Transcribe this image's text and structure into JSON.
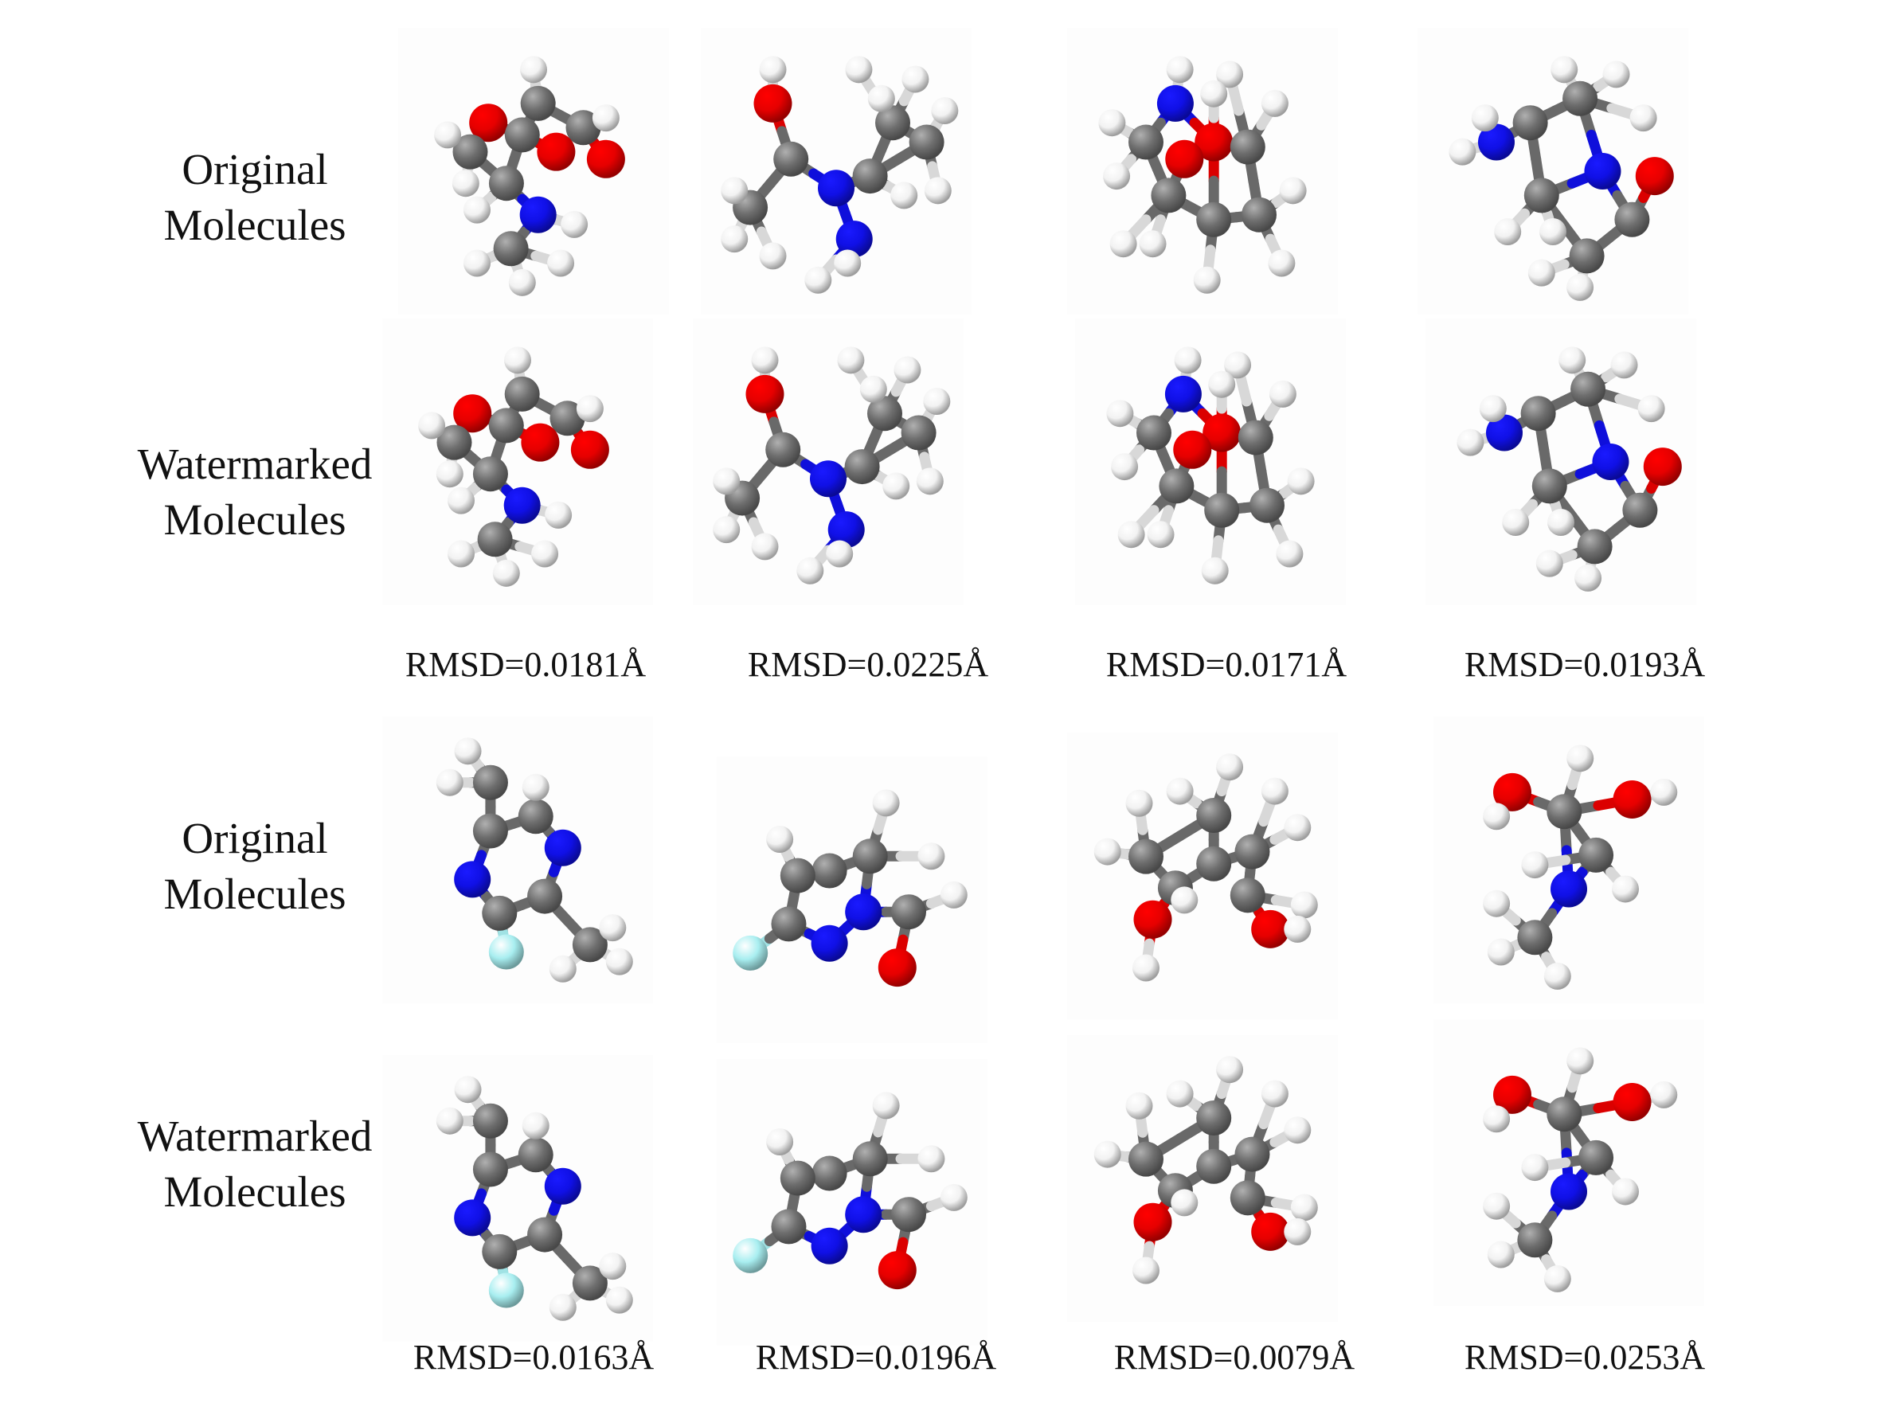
{
  "figure": {
    "groups": [
      {
        "label_original": [
          "Original",
          "Molecules"
        ],
        "label_watermarked": [
          "Watermarked",
          "Molecules"
        ],
        "rmsd": [
          "RMSD=0.0181Å",
          "RMSD=0.0225Å",
          "RMSD=0.0171Å",
          "RMSD=0.0193Å"
        ]
      },
      {
        "label_original": [
          "Original",
          "Molecules"
        ],
        "label_watermarked": [
          "Watermarked",
          "Molecules"
        ],
        "rmsd": [
          "RMSD=0.0163Å",
          "RMSD=0.0196Å",
          "RMSD=0.0079Å",
          "RMSD=0.0253Å"
        ]
      }
    ]
  },
  "atom_colors": {
    "carbon": "#6e6e6e",
    "hydrogen": "#f2f2f2",
    "oxygen": "#e60000",
    "nitrogen": "#1010e6",
    "fluorine": "#a8eef0"
  },
  "molecules": [
    {
      "atoms": [
        [
          "O",
          0.3,
          0.3
        ],
        [
          "C",
          0.45,
          0.35
        ],
        [
          "C",
          0.52,
          0.22
        ],
        [
          "C",
          0.72,
          0.32
        ],
        [
          "O",
          0.82,
          0.45
        ],
        [
          "O",
          0.6,
          0.42
        ],
        [
          "C",
          0.38,
          0.55
        ],
        [
          "C",
          0.22,
          0.42
        ],
        [
          "N",
          0.52,
          0.68
        ],
        [
          "C",
          0.4,
          0.82
        ],
        [
          "H",
          0.5,
          0.08
        ],
        [
          "H",
          0.82,
          0.28
        ],
        [
          "H",
          0.12,
          0.35
        ],
        [
          "H",
          0.2,
          0.55
        ],
        [
          "H",
          0.25,
          0.66
        ],
        [
          "H",
          0.68,
          0.72
        ],
        [
          "H",
          0.25,
          0.88
        ],
        [
          "H",
          0.45,
          0.96
        ],
        [
          "H",
          0.62,
          0.88
        ]
      ],
      "bonds": [
        [
          0,
          1
        ],
        [
          1,
          2
        ],
        [
          2,
          3
        ],
        [
          3,
          4
        ],
        [
          1,
          5
        ],
        [
          1,
          6
        ],
        [
          6,
          7
        ],
        [
          7,
          0
        ],
        [
          6,
          8
        ],
        [
          8,
          9
        ],
        [
          2,
          10
        ],
        [
          3,
          11
        ],
        [
          7,
          12
        ],
        [
          7,
          13
        ],
        [
          6,
          14
        ],
        [
          8,
          15
        ],
        [
          9,
          16
        ],
        [
          9,
          17
        ],
        [
          9,
          18
        ]
      ]
    },
    {
      "atoms": [
        [
          "O",
          0.22,
          0.22
        ],
        [
          "C",
          0.3,
          0.45
        ],
        [
          "C",
          0.12,
          0.65
        ],
        [
          "N",
          0.5,
          0.57
        ],
        [
          "C",
          0.65,
          0.52
        ],
        [
          "C",
          0.75,
          0.3
        ],
        [
          "C",
          0.9,
          0.38
        ],
        [
          "N",
          0.58,
          0.78
        ],
        [
          "H",
          0.22,
          0.08
        ],
        [
          "H",
          0.05,
          0.58
        ],
        [
          "H",
          0.05,
          0.78
        ],
        [
          "H",
          0.22,
          0.85
        ],
        [
          "H",
          0.55,
          0.88
        ],
        [
          "H",
          0.42,
          0.95
        ],
        [
          "H",
          0.6,
          0.08
        ],
        [
          "H",
          0.85,
          0.12
        ],
        [
          "H",
          0.98,
          0.25
        ],
        [
          "H",
          0.95,
          0.58
        ],
        [
          "H",
          0.8,
          0.6
        ],
        [
          "H",
          0.7,
          0.2
        ]
      ],
      "bonds": [
        [
          0,
          1
        ],
        [
          1,
          2
        ],
        [
          1,
          3
        ],
        [
          3,
          4
        ],
        [
          4,
          5
        ],
        [
          5,
          6
        ],
        [
          6,
          4
        ],
        [
          3,
          7
        ],
        [
          0,
          8
        ],
        [
          2,
          9
        ],
        [
          2,
          10
        ],
        [
          2,
          11
        ],
        [
          7,
          12
        ],
        [
          7,
          13
        ],
        [
          5,
          14
        ],
        [
          5,
          15
        ],
        [
          6,
          16
        ],
        [
          6,
          17
        ],
        [
          4,
          18
        ],
        [
          5,
          19
        ]
      ]
    },
    {
      "atoms": [
        [
          "O",
          0.55,
          0.38
        ],
        [
          "N",
          0.38,
          0.22
        ],
        [
          "C",
          0.25,
          0.38
        ],
        [
          "C",
          0.35,
          0.6
        ],
        [
          "C",
          0.55,
          0.7
        ],
        [
          "C",
          0.75,
          0.68
        ],
        [
          "C",
          0.7,
          0.4
        ],
        [
          "O",
          0.42,
          0.45
        ],
        [
          "H",
          0.1,
          0.3
        ],
        [
          "H",
          0.12,
          0.52
        ],
        [
          "H",
          0.28,
          0.8
        ],
        [
          "H",
          0.15,
          0.8
        ],
        [
          "H",
          0.52,
          0.95
        ],
        [
          "H",
          0.85,
          0.88
        ],
        [
          "H",
          0.9,
          0.58
        ],
        [
          "H",
          0.82,
          0.22
        ],
        [
          "H",
          0.62,
          0.1
        ],
        [
          "H",
          0.4,
          0.08
        ],
        [
          "H",
          0.55,
          0.18
        ]
      ],
      "bonds": [
        [
          1,
          0
        ],
        [
          1,
          2
        ],
        [
          2,
          3
        ],
        [
          3,
          4
        ],
        [
          4,
          5
        ],
        [
          5,
          6
        ],
        [
          6,
          0
        ],
        [
          0,
          4
        ],
        [
          7,
          3
        ],
        [
          2,
          8
        ],
        [
          2,
          9
        ],
        [
          3,
          10
        ],
        [
          3,
          11
        ],
        [
          4,
          12
        ],
        [
          5,
          13
        ],
        [
          5,
          14
        ],
        [
          6,
          15
        ],
        [
          6,
          16
        ],
        [
          1,
          17
        ],
        [
          0,
          18
        ]
      ]
    },
    {
      "atoms": [
        [
          "N",
          0.25,
          0.38
        ],
        [
          "C",
          0.4,
          0.3
        ],
        [
          "C",
          0.62,
          0.2
        ],
        [
          "N",
          0.72,
          0.5
        ],
        [
          "C",
          0.45,
          0.6
        ],
        [
          "C",
          0.85,
          0.7
        ],
        [
          "O",
          0.95,
          0.52
        ],
        [
          "C",
          0.65,
          0.85
        ],
        [
          "H",
          0.1,
          0.42
        ],
        [
          "H",
          0.2,
          0.28
        ],
        [
          "H",
          0.55,
          0.08
        ],
        [
          "H",
          0.78,
          0.1
        ],
        [
          "H",
          0.9,
          0.28
        ],
        [
          "H",
          0.3,
          0.75
        ],
        [
          "H",
          0.5,
          0.75
        ],
        [
          "H",
          0.62,
          0.98
        ],
        [
          "H",
          0.45,
          0.92
        ]
      ],
      "bonds": [
        [
          0,
          1
        ],
        [
          1,
          2
        ],
        [
          2,
          3
        ],
        [
          1,
          4
        ],
        [
          4,
          3
        ],
        [
          3,
          5
        ],
        [
          5,
          6
        ],
        [
          5,
          7
        ],
        [
          7,
          4
        ],
        [
          0,
          8
        ],
        [
          0,
          9
        ],
        [
          2,
          10
        ],
        [
          2,
          11
        ],
        [
          2,
          12
        ],
        [
          4,
          13
        ],
        [
          4,
          14
        ],
        [
          7,
          15
        ],
        [
          7,
          16
        ]
      ]
    },
    {
      "atoms": [
        [
          "C",
          0.38,
          0.18
        ],
        [
          "C",
          0.38,
          0.38
        ],
        [
          "N",
          0.3,
          0.58
        ],
        [
          "C",
          0.42,
          0.72
        ],
        [
          "C",
          0.62,
          0.65
        ],
        [
          "N",
          0.7,
          0.45
        ],
        [
          "C",
          0.58,
          0.32
        ],
        [
          "C",
          0.82,
          0.85
        ],
        [
          "F",
          0.45,
          0.88
        ],
        [
          "H",
          0.28,
          0.05
        ],
        [
          "H",
          0.2,
          0.18
        ],
        [
          "H",
          0.58,
          0.2
        ],
        [
          "H",
          0.92,
          0.78
        ],
        [
          "H",
          0.95,
          0.92
        ],
        [
          "H",
          0.7,
          0.95
        ]
      ],
      "bonds": [
        [
          0,
          1
        ],
        [
          1,
          2
        ],
        [
          2,
          3
        ],
        [
          3,
          4
        ],
        [
          4,
          5
        ],
        [
          5,
          6
        ],
        [
          6,
          1
        ],
        [
          4,
          7
        ],
        [
          3,
          8
        ],
        [
          0,
          9
        ],
        [
          0,
          10
        ],
        [
          6,
          11
        ],
        [
          7,
          12
        ],
        [
          7,
          13
        ],
        [
          7,
          14
        ]
      ]
    },
    {
      "atoms": [
        [
          "F",
          0.05,
          0.72
        ],
        [
          "C",
          0.22,
          0.6
        ],
        [
          "N",
          0.4,
          0.68
        ],
        [
          "N",
          0.55,
          0.55
        ],
        [
          "C",
          0.75,
          0.55
        ],
        [
          "O",
          0.7,
          0.78
        ],
        [
          "C",
          0.58,
          0.32
        ],
        [
          "C",
          0.4,
          0.38
        ],
        [
          "C",
          0.26,
          0.4
        ],
        [
          "H",
          0.65,
          0.1
        ],
        [
          "H",
          0.85,
          0.32
        ],
        [
          "H",
          0.95,
          0.48
        ],
        [
          "H",
          0.18,
          0.25
        ]
      ],
      "bonds": [
        [
          0,
          1
        ],
        [
          1,
          2
        ],
        [
          2,
          3
        ],
        [
          3,
          4
        ],
        [
          4,
          5
        ],
        [
          3,
          6
        ],
        [
          6,
          7
        ],
        [
          7,
          8
        ],
        [
          8,
          1
        ],
        [
          6,
          9
        ],
        [
          6,
          10
        ],
        [
          4,
          11
        ],
        [
          8,
          12
        ]
      ]
    },
    {
      "atoms": [
        [
          "C",
          0.25,
          0.42
        ],
        [
          "C",
          0.38,
          0.55
        ],
        [
          "O",
          0.28,
          0.68
        ],
        [
          "C",
          0.55,
          0.45
        ],
        [
          "C",
          0.72,
          0.4
        ],
        [
          "C",
          0.7,
          0.58
        ],
        [
          "O",
          0.8,
          0.72
        ],
        [
          "C",
          0.55,
          0.25
        ],
        [
          "H",
          0.08,
          0.4
        ],
        [
          "H",
          0.22,
          0.2
        ],
        [
          "H",
          0.4,
          0.15
        ],
        [
          "H",
          0.25,
          0.88
        ],
        [
          "H",
          0.62,
          0.05
        ],
        [
          "H",
          0.82,
          0.15
        ],
        [
          "H",
          0.92,
          0.3
        ],
        [
          "H",
          0.95,
          0.62
        ],
        [
          "H",
          0.42,
          0.6
        ],
        [
          "H",
          0.92,
          0.72
        ]
      ],
      "bonds": [
        [
          0,
          1
        ],
        [
          1,
          2
        ],
        [
          1,
          3
        ],
        [
          3,
          4
        ],
        [
          4,
          5
        ],
        [
          5,
          6
        ],
        [
          3,
          7
        ],
        [
          7,
          0
        ],
        [
          0,
          8
        ],
        [
          0,
          9
        ],
        [
          7,
          10
        ],
        [
          2,
          11
        ],
        [
          7,
          12
        ],
        [
          4,
          13
        ],
        [
          4,
          14
        ],
        [
          5,
          15
        ],
        [
          1,
          16
        ],
        [
          6,
          17
        ]
      ]
    },
    {
      "atoms": [
        [
          "O",
          0.25,
          0.22
        ],
        [
          "C",
          0.48,
          0.3
        ],
        [
          "O",
          0.78,
          0.25
        ],
        [
          "C",
          0.62,
          0.48
        ],
        [
          "N",
          0.5,
          0.62
        ],
        [
          "C",
          0.35,
          0.82
        ],
        [
          "H",
          0.55,
          0.08
        ],
        [
          "H",
          0.18,
          0.32
        ],
        [
          "H",
          0.92,
          0.22
        ],
        [
          "H",
          0.35,
          0.52
        ],
        [
          "H",
          0.75,
          0.62
        ],
        [
          "H",
          0.2,
          0.88
        ],
        [
          "H",
          0.45,
          0.98
        ],
        [
          "H",
          0.18,
          0.68
        ]
      ],
      "bonds": [
        [
          0,
          1
        ],
        [
          1,
          2
        ],
        [
          1,
          3
        ],
        [
          3,
          4
        ],
        [
          4,
          5
        ],
        [
          1,
          4
        ],
        [
          1,
          6
        ],
        [
          0,
          7
        ],
        [
          2,
          8
        ],
        [
          3,
          9
        ],
        [
          3,
          10
        ],
        [
          5,
          11
        ],
        [
          5,
          12
        ],
        [
          5,
          13
        ]
      ]
    }
  ]
}
